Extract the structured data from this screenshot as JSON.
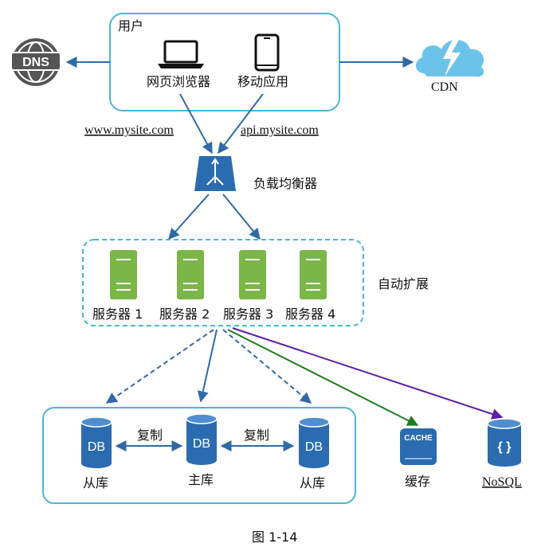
{
  "users": {
    "title": "用户",
    "browser": "网页浏览器",
    "mobile": "移动应用"
  },
  "dns": {
    "label": "DNS"
  },
  "cdn": {
    "label": "CDN"
  },
  "urls": {
    "web": "www.mysite.com",
    "api": "api.mysite.com"
  },
  "load_balancer": {
    "label": "负载均衡器"
  },
  "autoscale": {
    "label": "自动扩展"
  },
  "servers": [
    "服务器 1",
    "服务器 2",
    "服务器 3",
    "服务器 4"
  ],
  "db": {
    "icon_text": "DB",
    "replicate": "复制",
    "replica_left": "从库",
    "master": "主库",
    "replica_right": "从库"
  },
  "cache": {
    "icon_text": "CACHE",
    "label": "缓存"
  },
  "nosql": {
    "icon_text": "{ }",
    "label": "NoSQL"
  },
  "caption": "图 1-14",
  "colors": {
    "box_border": "#4bb4d6",
    "arrow_blue": "#2f6aa6",
    "server_green": "#7ab648",
    "db_blue": "#2b6cb0",
    "cache_arrow": "#1f7a1f",
    "nosql_arrow": "#5b1fa6",
    "cdn_cloud": "#6cc3ea"
  }
}
